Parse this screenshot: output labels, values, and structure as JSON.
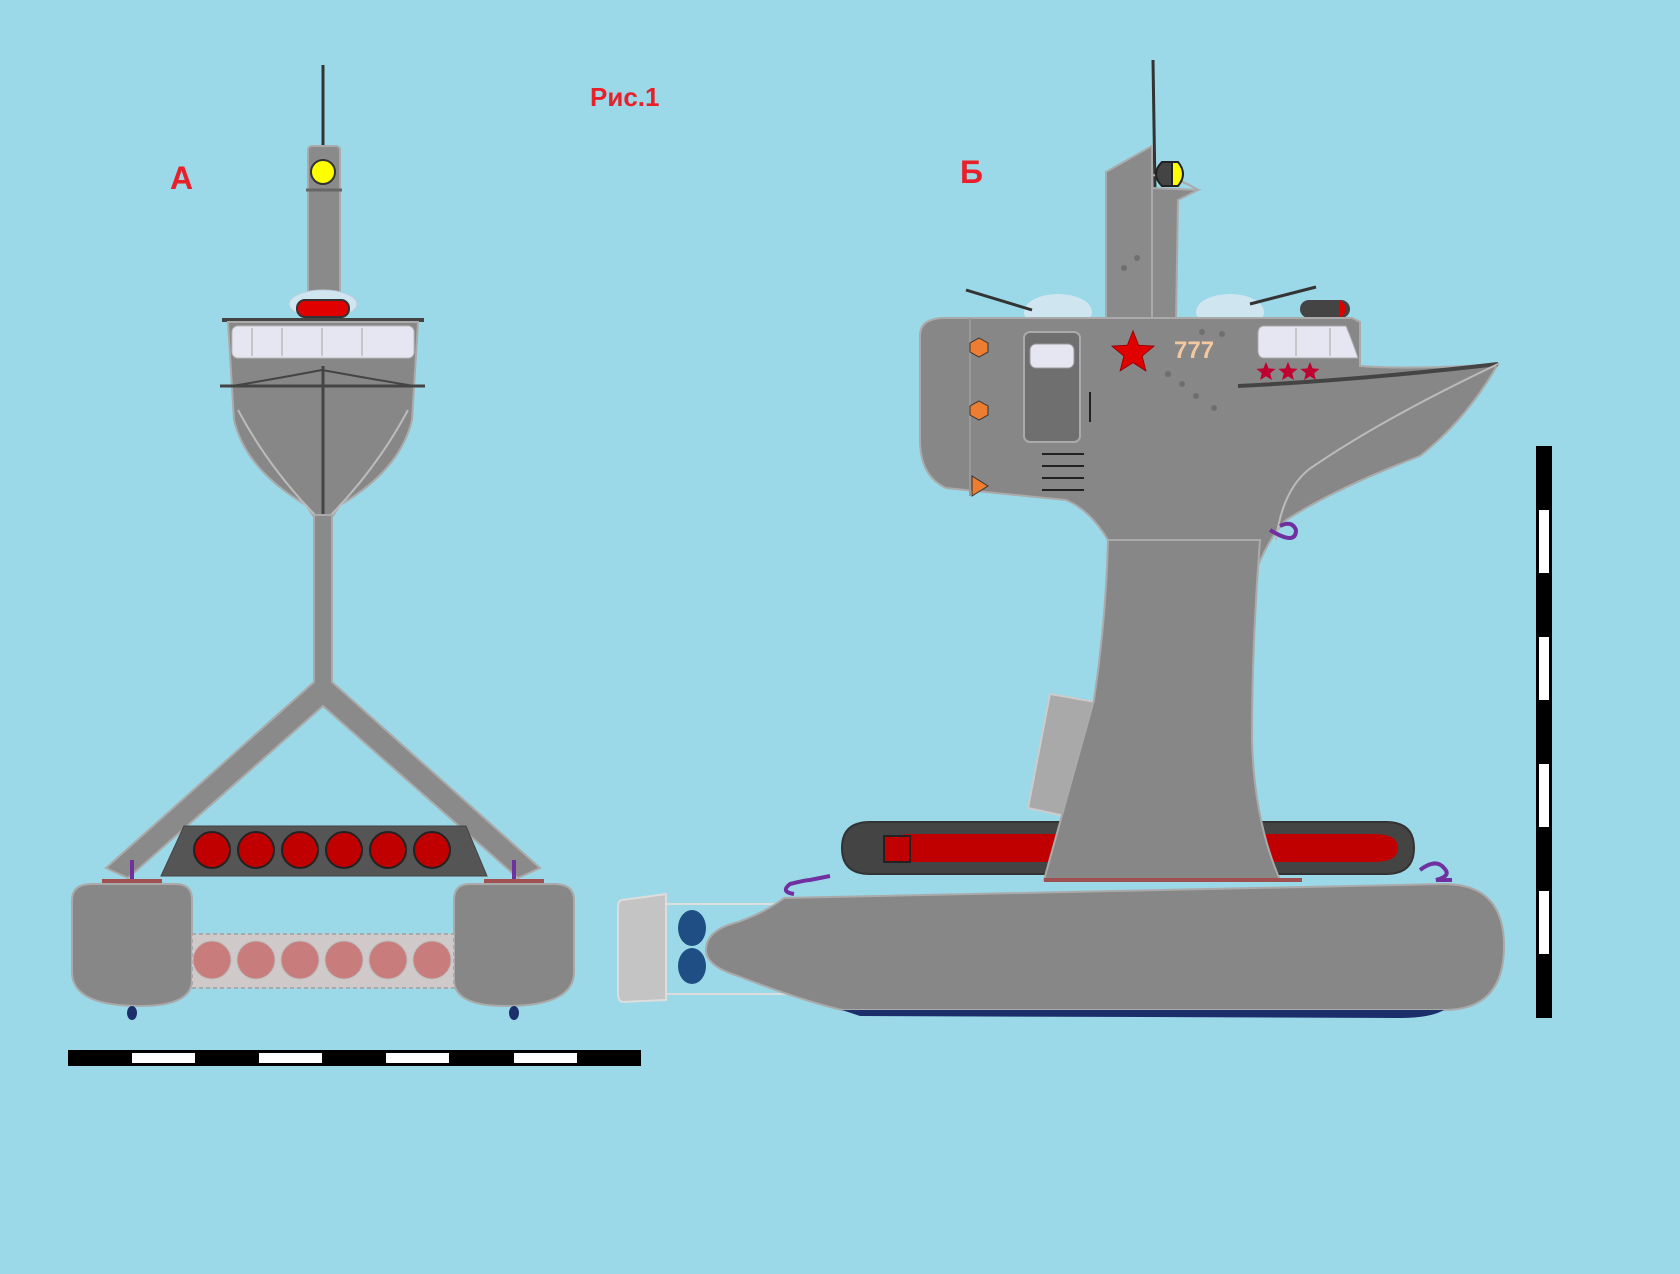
{
  "figure": {
    "title": "Рис.1",
    "view_a_label": "А",
    "view_b_label": "Б",
    "hull_number": "777"
  },
  "colors": {
    "background": "#9bd8e8",
    "hull": "#878787",
    "hull_dark": "#6f6f6f",
    "accent_red": "#c00000",
    "label_red": "#e8202a",
    "window": "#e6e6f2",
    "hull_number_color": "#f3c8a0",
    "propeller": "#1f4e85",
    "purple": "#7030a0",
    "orange": "#ed7d31"
  },
  "icons": [
    "red-star-emblem",
    "small-star-rank",
    "mast-light",
    "propeller",
    "torpedo",
    "scale-bar"
  ]
}
